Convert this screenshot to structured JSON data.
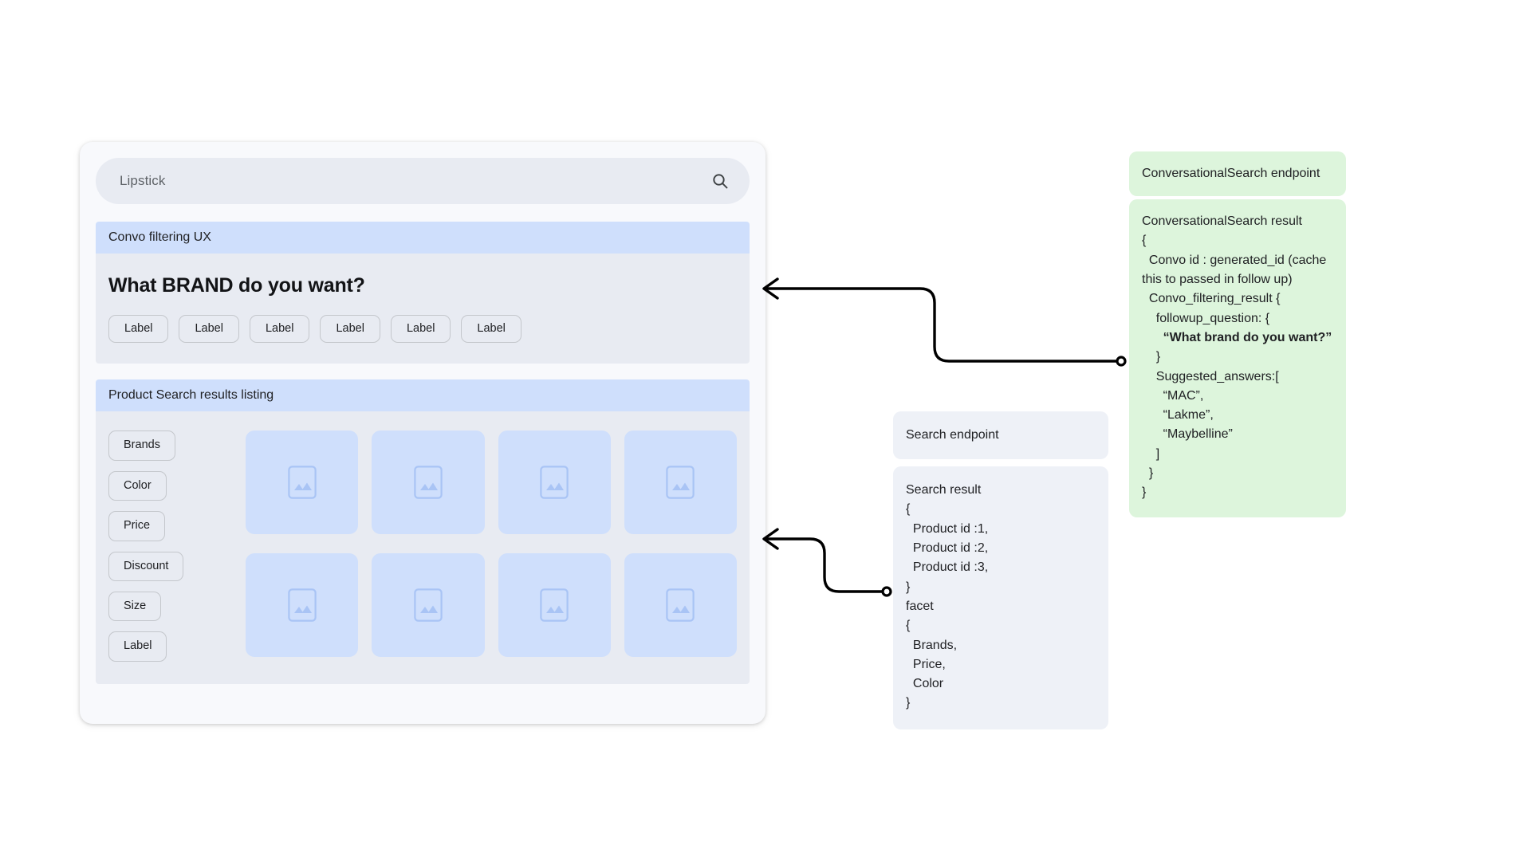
{
  "search": {
    "value": "Lipstick",
    "icon": "search-icon"
  },
  "convo_section": {
    "header": "Convo filtering UX",
    "question": "What BRAND do you want?",
    "chips": [
      "Label",
      "Label",
      "Label",
      "Label",
      "Label",
      "Label"
    ]
  },
  "results_section": {
    "header": "Product Search results listing",
    "facets": [
      "Brands",
      "Color",
      "Price",
      "Discount",
      "Size",
      "Label"
    ],
    "product_placeholder_icon": "image-placeholder-icon",
    "product_count": 8
  },
  "panels": {
    "conversational_endpoint": {
      "title": "ConversationalSearch endpoint"
    },
    "conversational_result": {
      "lines": [
        {
          "text": "ConversationalSearch result",
          "bold": false
        },
        {
          "text": "{",
          "bold": false
        },
        {
          "text": "  Convo id : generated_id (cache this to passed in follow up)",
          "bold": false
        },
        {
          "text": "  Convo_filtering_result {",
          "bold": false
        },
        {
          "text": "    followup_question: {",
          "bold": false
        },
        {
          "text": "      “What brand do you want?”",
          "bold": true
        },
        {
          "text": "    }",
          "bold": false
        },
        {
          "text": "    Suggested_answers:[",
          "bold": false
        },
        {
          "text": "      “MAC”,",
          "bold": false
        },
        {
          "text": "      “Lakme”,",
          "bold": false
        },
        {
          "text": "      “Maybelline”",
          "bold": false
        },
        {
          "text": "    ]",
          "bold": false
        },
        {
          "text": "  }",
          "bold": false
        },
        {
          "text": "}",
          "bold": false
        }
      ]
    },
    "search_endpoint": {
      "title": "Search endpoint"
    },
    "search_result": {
      "lines": [
        {
          "text": "Search result",
          "bold": false
        },
        {
          "text": "{",
          "bold": false
        },
        {
          "text": "  Product id :1,",
          "bold": false
        },
        {
          "text": "  Product id :2,",
          "bold": false
        },
        {
          "text": "  Product id :3,",
          "bold": false
        },
        {
          "text": "}",
          "bold": false
        },
        {
          "text": "facet",
          "bold": false
        },
        {
          "text": "{",
          "bold": false
        },
        {
          "text": "  Brands,",
          "bold": false
        },
        {
          "text": "  Price,",
          "bold": false
        },
        {
          "text": "  Color",
          "bold": false
        },
        {
          "text": "}",
          "bold": false
        }
      ]
    }
  },
  "colors": {
    "header_blue": "#cfdffc",
    "body_gray": "#e8ebf2",
    "panel_green": "#ddf5dc",
    "panel_gray": "#eef1f7",
    "card_blue": "#cfdffc",
    "connector": "#000000"
  }
}
